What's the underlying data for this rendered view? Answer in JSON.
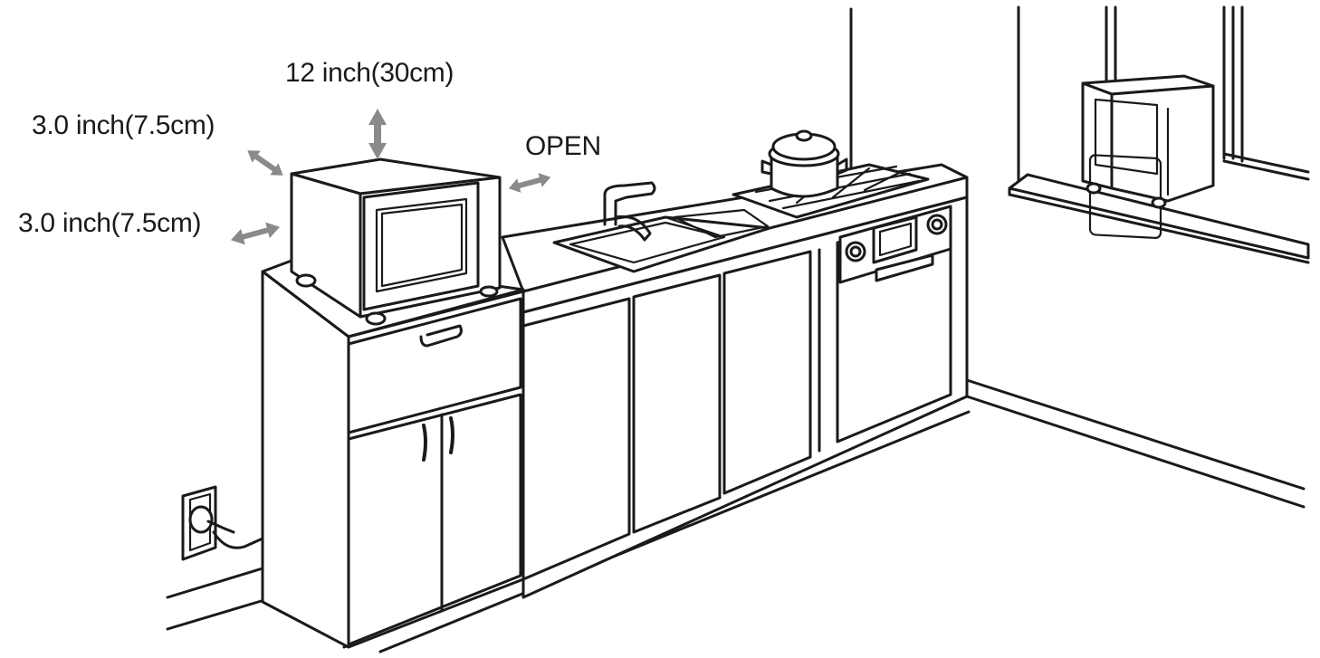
{
  "labels": {
    "top_clearance": "12 inch(30cm)",
    "side_clearance_upper": "3.0 inch(7.5cm)",
    "side_clearance_lower": "3.0 inch(7.5cm)",
    "right_side": "OPEN"
  },
  "colors": {
    "line": "#1a1a1a",
    "arrow": "#8a8a8a",
    "background": "#ffffff"
  }
}
